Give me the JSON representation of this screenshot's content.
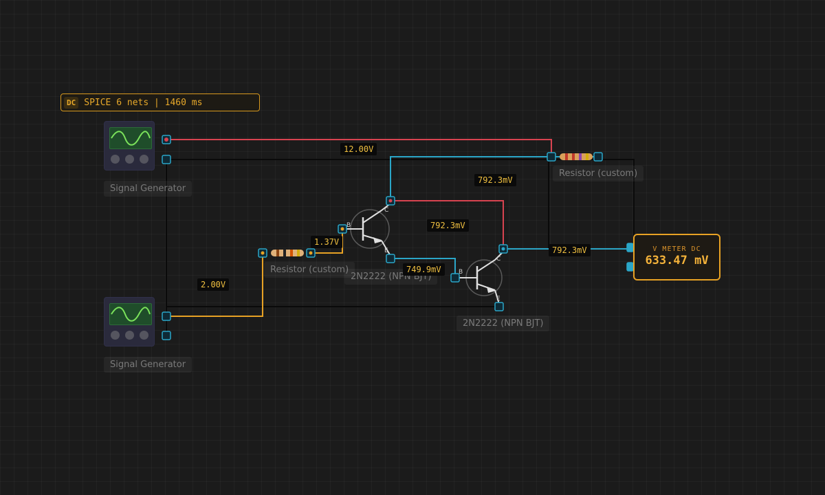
{
  "status_bar": {
    "mode": "DC",
    "text": "SPICE 6 nets | 1460 ms"
  },
  "components": {
    "siggen_top": {
      "label": "Signal Generator"
    },
    "siggen_bottom": {
      "label": "Signal Generator"
    },
    "resistor_top": {
      "label": "Resistor (custom)"
    },
    "resistor_mid": {
      "label": "Resistor (custom)"
    },
    "q1": {
      "label": "2N2222 (NPN BJT)"
    },
    "q2": {
      "label": "2N2222 (NPN BJT)"
    },
    "pin_labels": {
      "b": "B",
      "c": "C",
      "e": "E"
    }
  },
  "voltages": {
    "v_12": "12.00V",
    "v_792_a": "792.3mV",
    "v_792_b": "792.3mV",
    "v_792_c": "792.3mV",
    "v_137": "1.37V",
    "v_7499": "749.9mV",
    "v_200": "2.00V"
  },
  "meter": {
    "title": "V METER DC",
    "value": "633.47 mV"
  },
  "colors": {
    "background": "#1b1b1b",
    "wire_red": "#d94350",
    "wire_blue": "#2aa6c8",
    "wire_orange": "#e8a224",
    "wire_black": "#0a0a0a",
    "accent": "#e8a224"
  }
}
